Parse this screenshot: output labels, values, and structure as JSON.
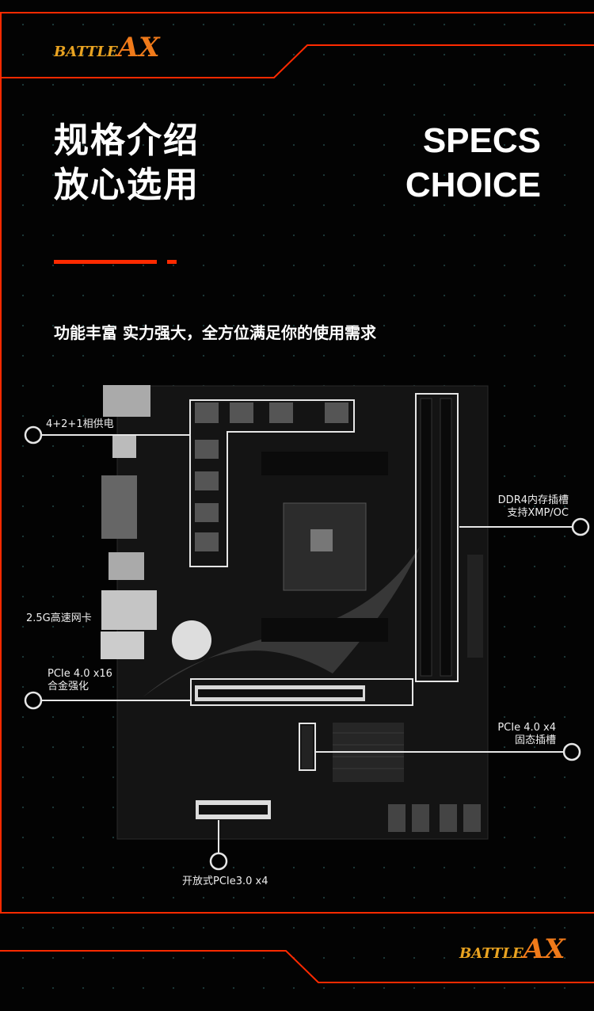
{
  "brand": {
    "logo_text": "BATTLE-AX"
  },
  "header": {
    "title_cn_line1": "规格介绍",
    "title_cn_line2": "放心选用",
    "title_en_line1": "SPECS",
    "title_en_line2": "CHOICE",
    "subtitle": "功能丰富 实力强大，全方位满足你的使用需求"
  },
  "callouts": {
    "vrm": "4+2+1相供电",
    "ddr4_line1": "DDR4内存插槽",
    "ddr4_line2": "支持XMP/OC",
    "lan": "2.5G高速网卡",
    "pcie16_line1": "PCIe 4.0 x16",
    "pcie16_line2": "合金强化",
    "m2_line1": "PCIe 4.0 x4",
    "m2_line2": "固态插槽",
    "pcie_open": "开放式PCIe3.0 x4"
  },
  "colors": {
    "accent": "#ff2a00",
    "background": "#030303",
    "logo": "#e9a321"
  }
}
